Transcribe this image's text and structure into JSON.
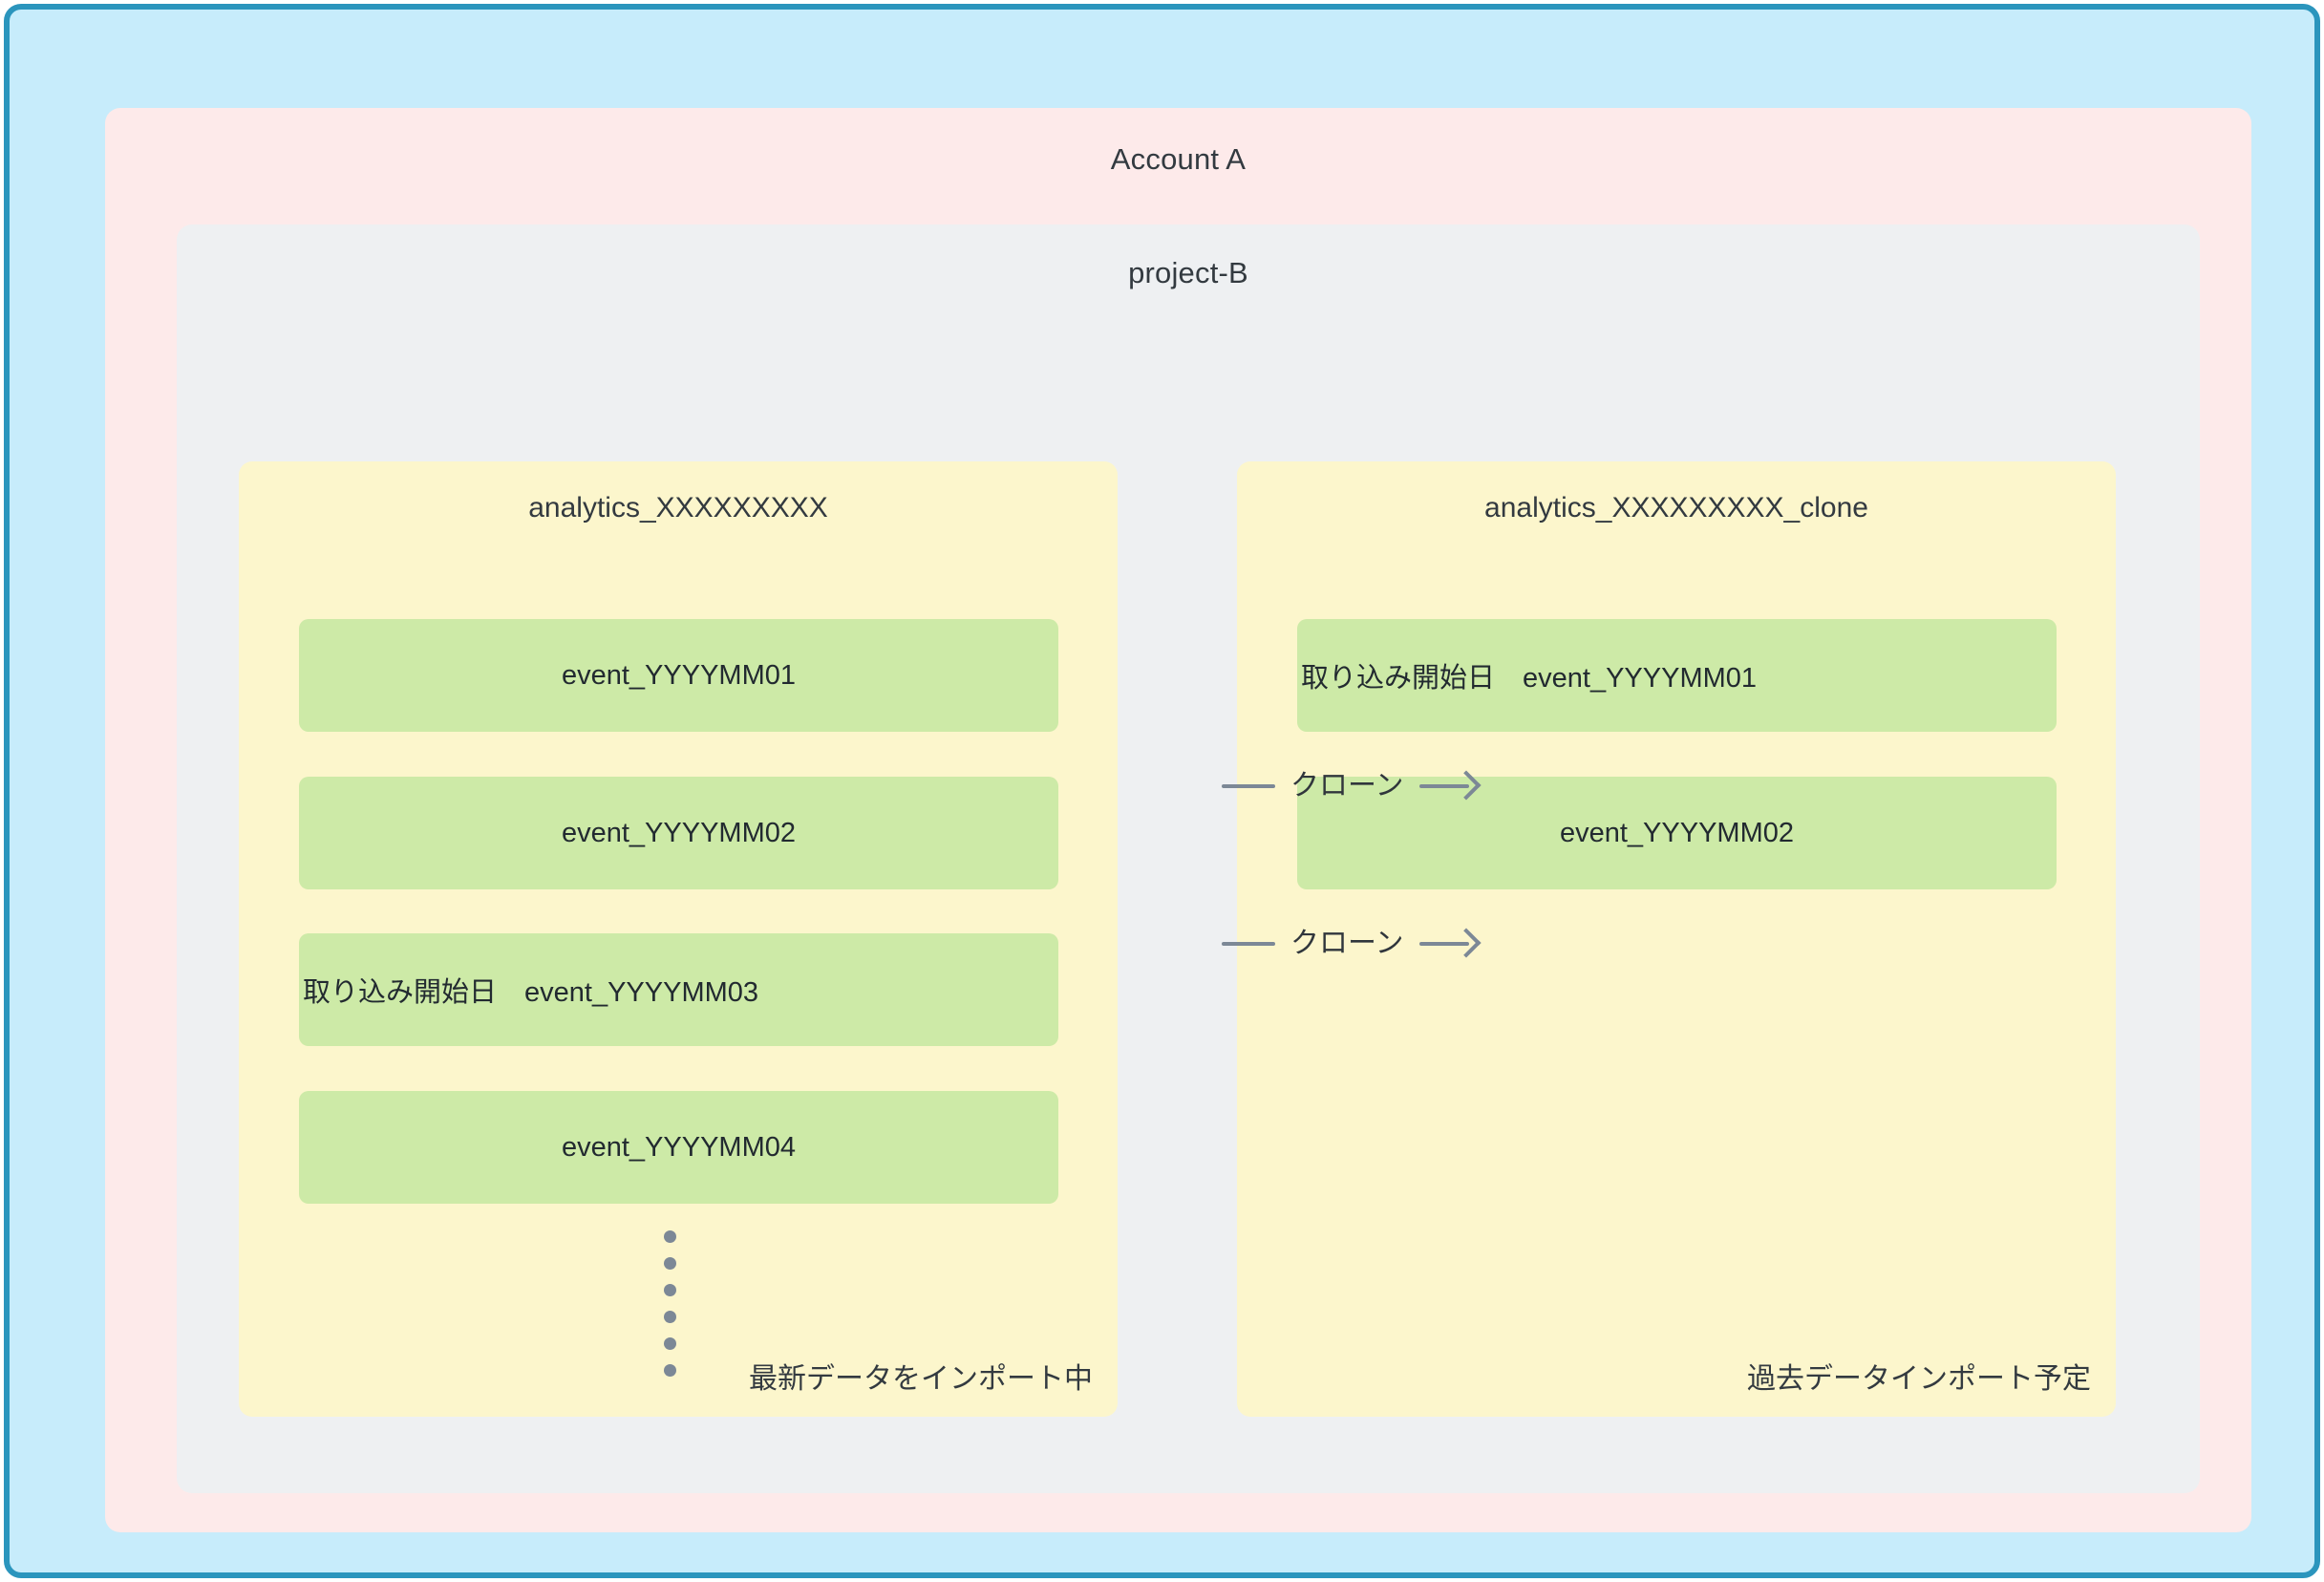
{
  "frame": {
    "border_color": "#2b95bd",
    "background_color": "#c7ecfb"
  },
  "account": {
    "title": "Account A",
    "background_color": "#fdeaea"
  },
  "project": {
    "title": "project-B",
    "background_color": "#eef0f2"
  },
  "datasets": [
    {
      "title": "analytics_XXXXXXXXX",
      "background_color": "#fcf6cc",
      "status": "最新データをインポート中",
      "tables": [
        {
          "prefix": "",
          "name": "event_YYYYMM01",
          "align": "center"
        },
        {
          "prefix": "",
          "name": "event_YYYYMM02",
          "align": "center"
        },
        {
          "prefix": "取り込み開始日",
          "name": "event_YYYYMM03",
          "align": "left"
        },
        {
          "prefix": "",
          "name": "event_YYYYMM04",
          "align": "center"
        }
      ],
      "has_ellipsis": true,
      "ellipsis_dot_count": 6
    },
    {
      "title": "analytics_XXXXXXXXX_clone",
      "background_color": "#fcf6cc",
      "status": "過去データインポート予定",
      "tables": [
        {
          "prefix": "取り込み開始日",
          "name": "event_YYYYMM01",
          "align": "left"
        },
        {
          "prefix": "",
          "name": "event_YYYYMM02",
          "align": "center"
        }
      ],
      "has_ellipsis": false,
      "ellipsis_dot_count": 0
    }
  ],
  "connectors": [
    {
      "label": "クローン",
      "from": "event_YYYYMM01",
      "to": "event_YYYYMM01",
      "color": "#7c8896"
    },
    {
      "label": "クローン",
      "from": "event_YYYYMM02",
      "to": "event_YYYYMM02",
      "color": "#7c8896"
    }
  ],
  "table_box_color": "#cdeaa7",
  "labels": {
    "row0_left_text": "event_YYYYMM01",
    "row1_left_text": "event_YYYYMM02",
    "row2_left_text": "取り込み開始日　event_YYYYMM03",
    "row3_left_text": "event_YYYYMM04",
    "row0_right_text": "取り込み開始日　event_YYYYMM01",
    "row1_right_text": "event_YYYYMM02"
  }
}
